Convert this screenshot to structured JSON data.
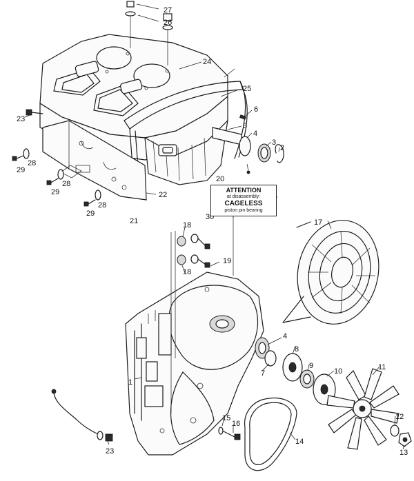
{
  "attention_note": {
    "title": "ATTENTION",
    "line1": "at disassembly:",
    "emphasis": "CAGELESS",
    "line2": "piston pin bearing"
  },
  "part_numbers": {
    "p27": "27",
    "p26": "26",
    "p24": "24",
    "p25": "25",
    "p6": "6",
    "p5": "5",
    "p4a": "4",
    "p3a": "3",
    "p2": "2",
    "p23a": "23",
    "p28a": "28",
    "p29a": "29",
    "p28b": "28",
    "p29b": "29",
    "p28c": "28",
    "p29c": "29",
    "p22": "22",
    "p20": "20",
    "p21": "21",
    "p30": "30",
    "p18a": "18",
    "p19": "19",
    "p18b": "18",
    "p17": "17",
    "p4b": "4",
    "p7": "7",
    "p8": "8",
    "p9": "9",
    "p10": "10",
    "p11": "11",
    "p1": "1",
    "p15": "15",
    "p16": "16",
    "p12": "12",
    "p13": "13",
    "p14": "14",
    "p23b": "23"
  }
}
